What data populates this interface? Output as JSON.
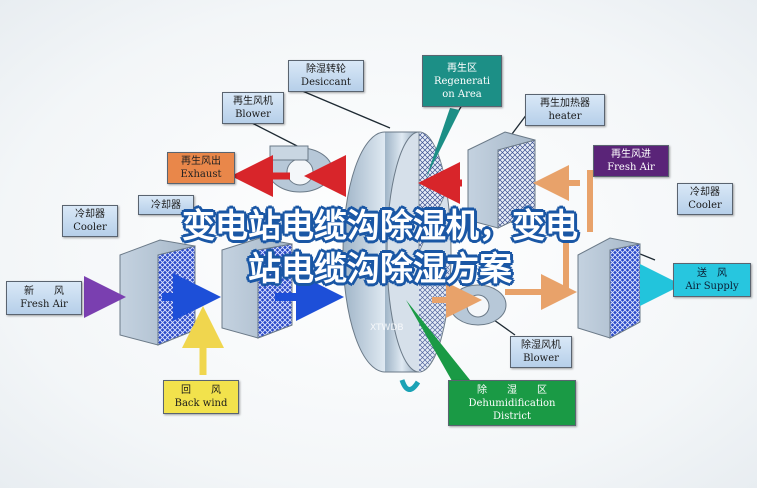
{
  "colors": {
    "arrow_red": "#d8252a",
    "arrow_orange": "#e8a26a",
    "arrow_blue": "#1d4fd8",
    "arrow_purple": "#7a3fb0",
    "arrow_cyan": "#22c4dc",
    "arrow_yellow": "#f0d64e",
    "title_outline": "#1a57a5",
    "unit_mesh": "#2a49c8"
  },
  "labels": {
    "desiccant": {
      "zh": "除湿转轮",
      "en": "Desiccant"
    },
    "regeneration_area": {
      "zh": "再生区",
      "en1": "Regenerati",
      "en2": "on Area"
    },
    "regen_blower": {
      "zh": "再生风机",
      "en": "Blower"
    },
    "regen_heater": {
      "zh": "再生加热器",
      "en": "heater"
    },
    "regen_exhaust": {
      "zh": "再生风出",
      "en": "Exhaust"
    },
    "regen_fresh_air": {
      "zh": "再生风进",
      "en": "Fresh Air"
    },
    "cooler_left": {
      "zh": "冷却器",
      "en": "Cooler"
    },
    "cooler_mid": {
      "zh": "冷却器"
    },
    "cooler_right": {
      "zh": "冷却器",
      "en": "Cooler"
    },
    "fresh_air_in": {
      "zh": "新　　风",
      "en": "Fresh Air"
    },
    "air_supply": {
      "zh": "送　风",
      "en": "Air Supply"
    },
    "back_wind": {
      "zh": "回　　风",
      "en": "Back wind"
    },
    "process_blower": {
      "zh": "除湿风机",
      "en": "Blower"
    },
    "dehumid_district": {
      "zh": "除　　湿　　区",
      "en1": "Dehumidification",
      "en2": "District"
    }
  },
  "watermark": "XTWDB",
  "overlay_title": {
    "line1": "变电站电缆沟除湿机，变电",
    "line2": "站电缆沟除湿方案"
  }
}
